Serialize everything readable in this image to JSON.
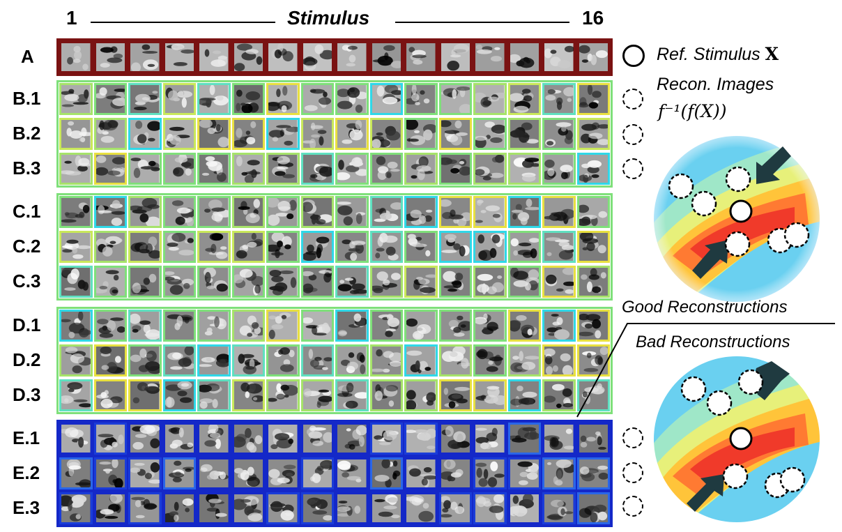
{
  "header": {
    "start": "1",
    "title": "Stimulus",
    "end": "16"
  },
  "rows": [
    {
      "label": "A",
      "group": "A"
    },
    {
      "label": "B.1",
      "group": "B"
    },
    {
      "label": "B.2",
      "group": "B"
    },
    {
      "label": "B.3",
      "group": "B"
    },
    {
      "label": "C.1",
      "group": "C"
    },
    {
      "label": "C.2",
      "group": "C"
    },
    {
      "label": "C.3",
      "group": "C"
    },
    {
      "label": "D.1",
      "group": "D"
    },
    {
      "label": "D.2",
      "group": "D"
    },
    {
      "label": "D.3",
      "group": "D"
    },
    {
      "label": "E.1",
      "group": "E"
    },
    {
      "label": "E.2",
      "group": "E"
    },
    {
      "label": "E.3",
      "group": "E"
    }
  ],
  "group_colors": {
    "A": "#7a1212",
    "B": "#7fe07a",
    "C": "#7fe07a",
    "D": "#7fe07a",
    "E": "#1428c8"
  },
  "legend": {
    "ref_prefix": "Ref. Stimulus ",
    "ref_symbol": "X",
    "recon_label": "Recon. Images",
    "recon_formula": "f⁻¹(f(X))"
  },
  "good_label": "Good Reconstructions",
  "bad_label": "Bad Reconstructions"
}
